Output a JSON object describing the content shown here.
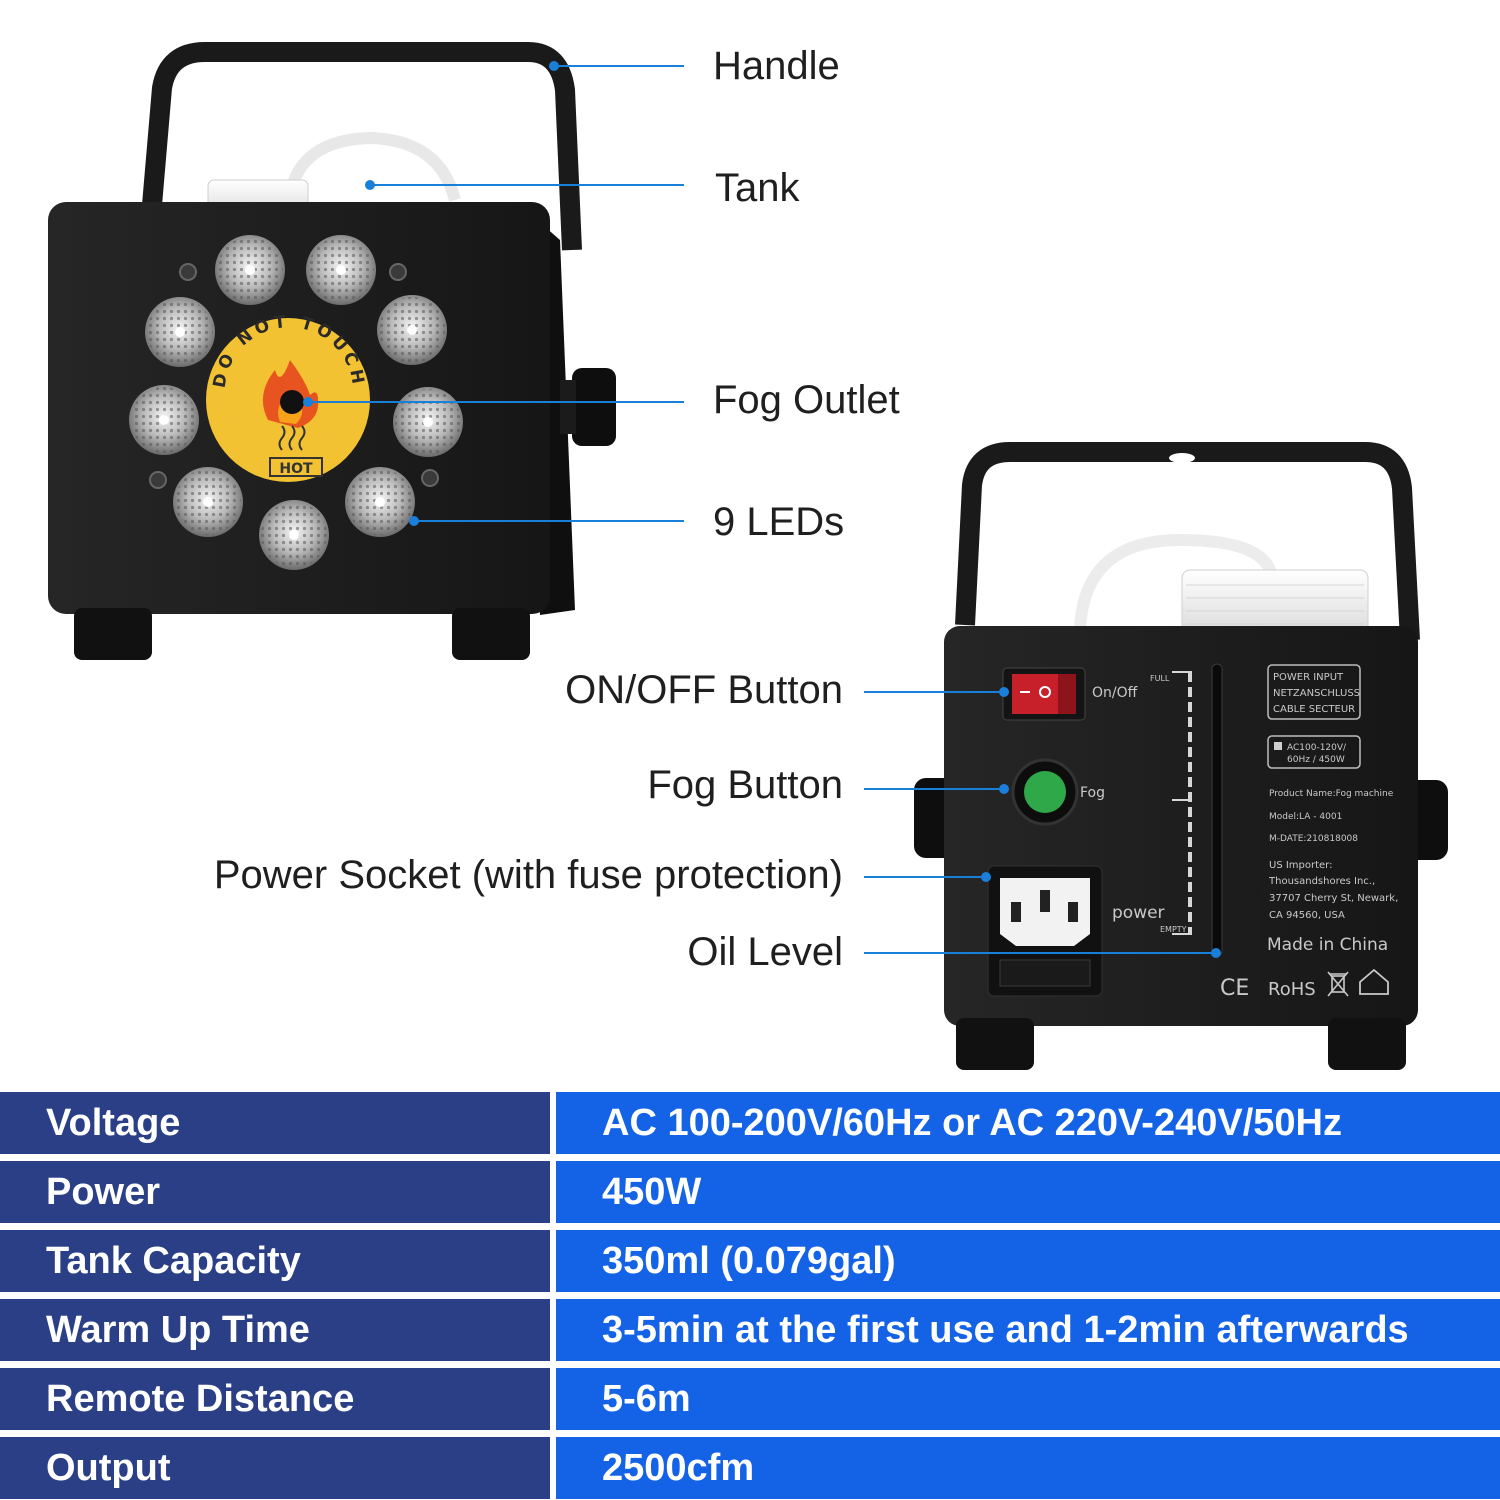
{
  "callouts": {
    "handle": "Handle",
    "tank": "Tank",
    "fog_outlet": "Fog Outlet",
    "leds": "9 LEDs",
    "on_off_button": "ON/OFF Button",
    "fog_button": "Fog Button",
    "power_socket": "Power Socket (with fuse protection)",
    "oil_level": "Oil Level"
  },
  "front_machine": {
    "sticker_warning": "DO NOT TOUCH",
    "sticker_hot": "HOT",
    "led_count": 9
  },
  "back_panel": {
    "switch_label": "On/Off",
    "fog_label": "Fog",
    "power_label": "power",
    "level_full": "FULL",
    "level_empty": "EMPTY",
    "power_input": [
      "POWER INPUT",
      "NETZANSCHLUSS",
      "CABLE SECTEUR"
    ],
    "rating": [
      "AC100-120V/",
      "60Hz / 450W"
    ],
    "product_name": "Product Name:Fog machine",
    "model": "Model:LA - 4001",
    "m_date": "M-DATE:210818008",
    "importer": [
      "US Importer:",
      "Thousandshores Inc.,",
      "37707 Cherry St, Newark,",
      "CA 94560, USA"
    ],
    "made_in": "Made in China",
    "marks": {
      "ce": "CE",
      "rohs": "RoHS"
    }
  },
  "colors": {
    "label_bg": "#2a3f86",
    "value_bg": "#1463e6",
    "leader_line": "#1a7fd8",
    "body": "#1c1c1c",
    "sticker": "#f2c232",
    "fog_button": "#2fa84a",
    "switch": "#c8202a"
  },
  "specs": [
    {
      "label": "Voltage",
      "value": "AC 100-200V/60Hz or AC 220V-240V/50Hz"
    },
    {
      "label": "Power",
      "value": "450W"
    },
    {
      "label": "Tank Capacity",
      "value": "350ml (0.079gal)"
    },
    {
      "label": "Warm Up Time",
      "value": "3-5min at the first use and 1-2min afterwards"
    },
    {
      "label": "Remote Distance",
      "value": "5-6m"
    },
    {
      "label": "Output",
      "value": "2500cfm"
    }
  ]
}
